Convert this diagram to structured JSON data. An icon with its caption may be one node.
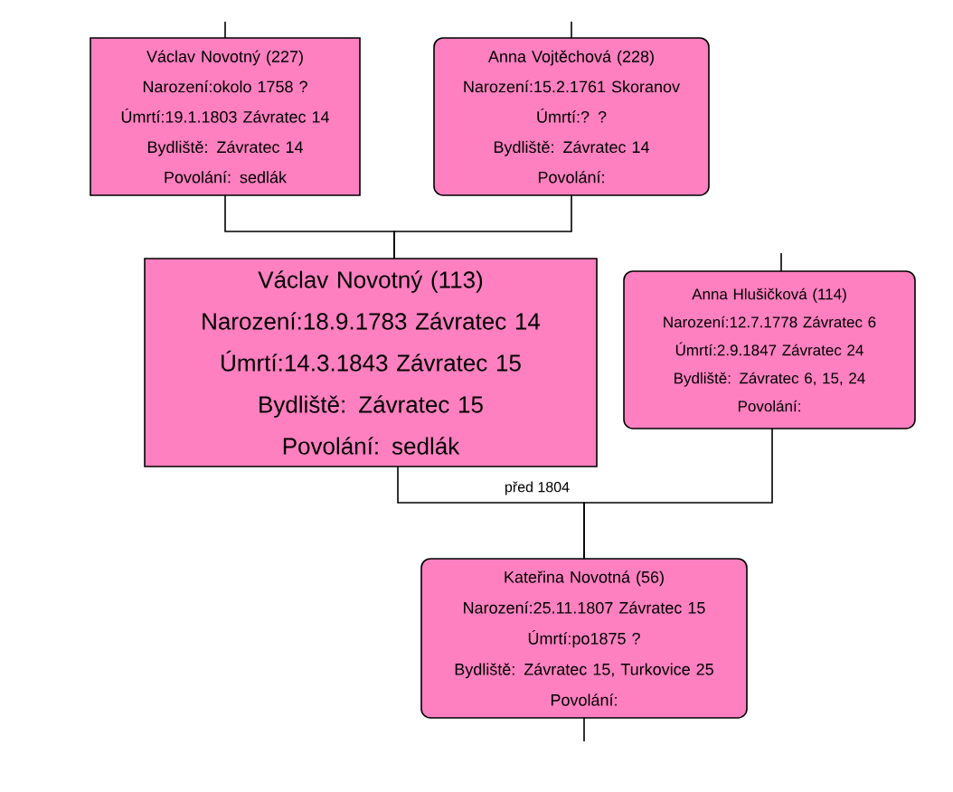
{
  "diagram": {
    "nodes": [
      {
        "text": [
          "Václav Novotný (227)",
          "Narození:okolo 1758 ?",
          "Úmrtí:19.1.1803 Závratec 14",
          "Bydliště: Závratec 14",
          "Povolání: sedlák"
        ]
      },
      {
        "text": [
          "Anna Vojtěchová (228)",
          "Narození:15.2.1761 Skoranov",
          "Úmrtí:? ?",
          "Bydliště: Závratec 14",
          "Povolání:"
        ]
      },
      {
        "text": [
          "Václav Novotný (113)",
          "Narození:18.9.1783 Závratec 14",
          "Úmrtí:14.3.1843 Závratec 15",
          "Bydliště: Závratec 15",
          "Povolání: sedlák"
        ]
      },
      {
        "text": [
          "Anna Hlušičková (114)",
          "Narození:12.7.1778 Závratec 6",
          "Úmrtí:2.9.1847 Závratec 24",
          "Bydliště: Závratec 6, 15, 24",
          "Povolání:"
        ]
      },
      {
        "text": [
          "Kateřina Novotná (56)",
          "Narození:25.11.1807 Závratec 15",
          "Úmrtí:po1875 ?",
          "Bydliště: Závratec 15, Turkovice 25",
          "Povolání:"
        ]
      }
    ],
    "edges": [
      {
        "from": 0,
        "to": 2,
        "arrow": "none"
      },
      {
        "from": 1,
        "to": 2,
        "arrow": "none"
      },
      {
        "from": 2,
        "to": 4,
        "arrow": "none",
        "label": "před 1804"
      },
      {
        "from": 3,
        "to": 4,
        "arrow": "none"
      },
      {
        "from": null,
        "to": 0,
        "arrow": "none"
      },
      {
        "from": null,
        "to": 1,
        "arrow": "none"
      },
      {
        "from": null,
        "to": 3,
        "arrow": "none"
      },
      {
        "from": 4,
        "to": null,
        "arrow": "none"
      }
    ]
  }
}
